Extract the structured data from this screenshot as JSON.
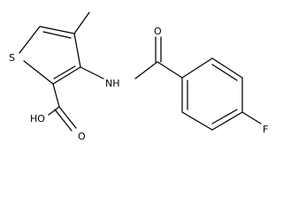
{
  "molecule": {
    "atom_labels": {
      "sulfur": "S",
      "amide_nitrogen": "NH",
      "carbonyl_oxygen": "O",
      "acid_hydroxyl": "HO",
      "acid_oxygen": "O",
      "fluorine": "F"
    }
  }
}
